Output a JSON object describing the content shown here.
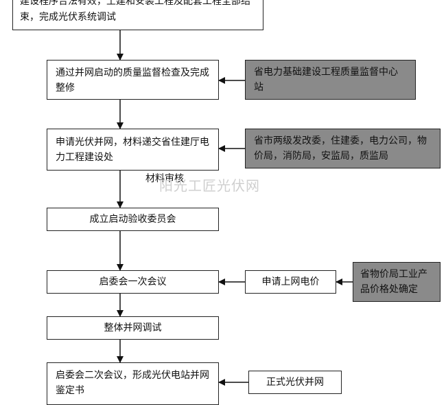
{
  "nodes": {
    "top_text": "建设程序合法有效，土建和安装工程及配套工程全部结束，完成光伏系统调试",
    "inspection": "通过并网启动的质量监督检查及完成整修",
    "quality_station": "省电力基础建设工程质量监督中心站",
    "apply_grid": "申请光伏并网，材料递交省住建厅电力工程建设处",
    "agencies": "省市两级发改委，住建委，电力公司，物价局，消防局，安监局，质监局",
    "material_review": "材料审核",
    "committee": "成立启动验收委员会",
    "first_meeting": "启委会一次会议",
    "apply_price": "申请上网电价",
    "price_bureau": "省物价局工业产品价格处确定",
    "grid_debug": "整体并网调试",
    "second_meeting": "启委会二次会议，形成光伏电站并网鉴定书",
    "formal_grid": "正式光伏并网"
  },
  "watermark": "阳光工匠光伏网"
}
